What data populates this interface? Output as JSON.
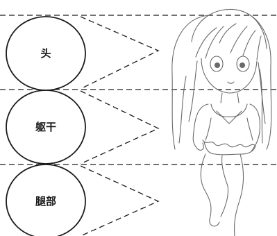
{
  "diagram": {
    "sections": [
      {
        "id": "head",
        "label": "头"
      },
      {
        "id": "torso",
        "label": "躯干"
      },
      {
        "id": "legs",
        "label": "腿部"
      }
    ],
    "line_style": "dashed",
    "colors": {
      "stroke": "#1a1a1a",
      "sketch": "#6a6a6a",
      "background": "#ffffff"
    }
  }
}
